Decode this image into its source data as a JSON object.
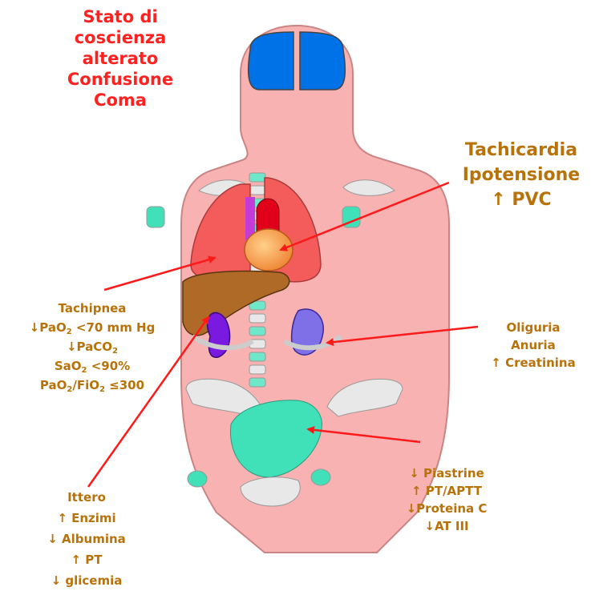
{
  "brain_effects": [
    "Stato di",
    "coscienza",
    "alterato",
    "Confusione",
    "Coma"
  ],
  "heart_effects": [
    "Tachicardia",
    "Ipotensione",
    "↑  PVC"
  ],
  "lung_effects": [
    {
      "text": "Tachipnea"
    },
    {
      "pre": "↓PaO",
      "sub": "2",
      "post": " <70 mm Hg"
    },
    {
      "pre": "↓PaCO",
      "sub": "2",
      "post": ""
    },
    {
      "pre": "SaO",
      "sub": "2",
      "post": " <90%"
    },
    {
      "pre": "PaO",
      "sub": "2",
      "mid": "/FiO",
      "sub2": "2",
      "post": " ≤300"
    }
  ],
  "kidney_effects": [
    "Oliguria",
    "Anuria",
    "↑ Creatinina"
  ],
  "coagulation_effects": [
    "↓ Piastrine",
    "↑ PT/APTT",
    "↓Proteina C",
    "↓AT III"
  ],
  "liver_effects": [
    "Ittero",
    "↑ Enzimi",
    "↓ Albumina",
    "↑ PT",
    "↓ glicemia"
  ],
  "colors": {
    "skin": "#f8b2b2",
    "brain": "#0072e8",
    "lungs": "#f45c5c",
    "liver": "#b06a28",
    "kidneys": "#7a1ae0",
    "bone": "#e8e8e8",
    "cartilage": "#40e0b8",
    "arrows": "#ff1a1a",
    "brain_text": "#ff2020",
    "organ_text": "#b8720a"
  }
}
